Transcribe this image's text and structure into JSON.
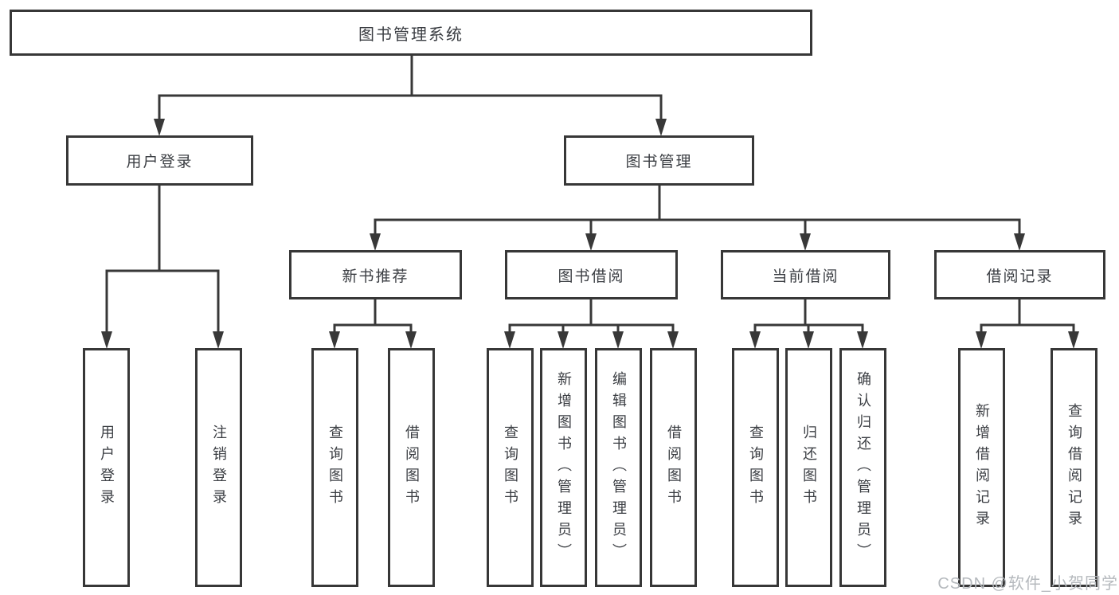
{
  "diagram": {
    "root": {
      "label": "图书管理系统"
    },
    "branches": [
      {
        "label": "用户登录",
        "children": [
          {
            "label": "用户登录"
          },
          {
            "label": "注销登录"
          }
        ]
      },
      {
        "label": "图书管理",
        "children": [
          {
            "label": "新书推荐",
            "children": [
              {
                "label": "查询图书"
              },
              {
                "label": "借阅图书"
              }
            ]
          },
          {
            "label": "图书借阅",
            "children": [
              {
                "label": "查询图书"
              },
              {
                "label": "新增图书（管理员）"
              },
              {
                "label": "编辑图书（管理员）"
              },
              {
                "label": "借阅图书"
              }
            ]
          },
          {
            "label": "当前借阅",
            "children": [
              {
                "label": "查询图书"
              },
              {
                "label": "归还图书"
              },
              {
                "label": "确认归还（管理员）"
              }
            ]
          },
          {
            "label": "借阅记录",
            "children": [
              {
                "label": "新增借阅记录"
              },
              {
                "label": "查询借阅记录"
              }
            ]
          }
        ]
      }
    ]
  },
  "watermark": {
    "text": "CSDN @软件_小贺同学"
  },
  "colors": {
    "line": "#383838",
    "box_border": "#373737",
    "text": "#3b3e43",
    "watermark": "#b5b9bd",
    "background": "#ffffff"
  }
}
